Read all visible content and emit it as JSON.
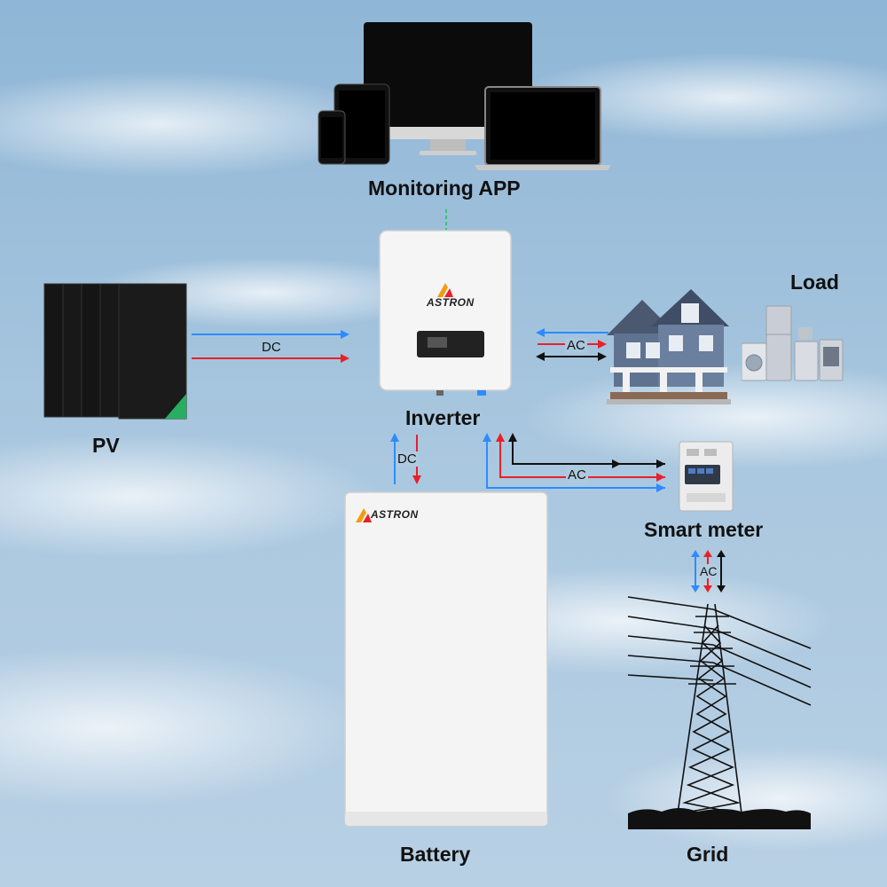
{
  "labels": {
    "monitoring": "Monitoring APP",
    "inverter": "Inverter",
    "pv": "PV",
    "load": "Load",
    "battery": "Battery",
    "smart_meter": "Smart meter",
    "grid": "Grid"
  },
  "flows": {
    "pv_inverter": "DC",
    "inverter_load": "AC",
    "inverter_battery": "DC",
    "inverter_meter": "AC",
    "meter_grid": "AC"
  },
  "brand": {
    "inverter_logo": "ASTRON",
    "battery_logo": "ASTRON"
  },
  "colors": {
    "flow_blue": "#2e8bff",
    "flow_red": "#e8202a",
    "flow_black": "#111111",
    "comm_green": "#2ecc71",
    "logo_orange": "#f39c12"
  }
}
